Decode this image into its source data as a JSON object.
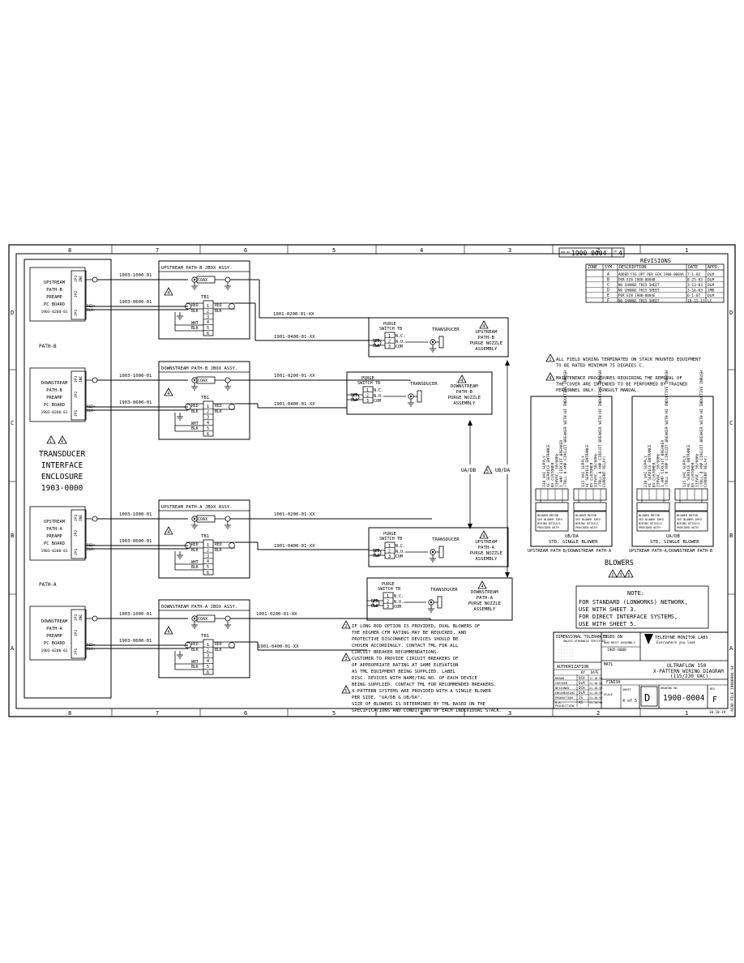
{
  "border": {
    "cols": [
      "8",
      "7",
      "6",
      "5",
      "4",
      "3",
      "2",
      "1"
    ],
    "rows": [
      "D",
      "C",
      "B",
      "A"
    ],
    "acad_file": "ACAD FILE 19000004-S4",
    "plot_date": "10-18-19"
  },
  "header": {
    "dwg_no": "1900-0004",
    "sheet": "4"
  },
  "revisions": {
    "title": "REVISIONS",
    "columns": [
      "ZONE",
      "SYM.",
      "DESCRIPTION",
      "DATE",
      "APPD."
    ],
    "rows": [
      [
        "",
        "A",
        "ADDED FSS OPT PER ECN 1900-0004A",
        "7-1-02",
        "DLM"
      ],
      [
        "",
        "B",
        "PER ECN 1900-0004B",
        "8-25-03",
        "DLM"
      ],
      [
        "",
        "C",
        "NO CHANGE THIS SHEET",
        "3-13-03",
        "DLM"
      ],
      [
        "",
        "D",
        "NO CHANGE THIS SHEET",
        "3-16-03",
        "JMB"
      ],
      [
        "",
        "E",
        "PER ECN 1900-0004E",
        "6-1-07",
        "DLM"
      ],
      [
        "",
        "F",
        "NO CHANGE THIS SHEET",
        "10-15-13",
        "LC"
      ]
    ]
  },
  "enclosure": {
    "label": [
      "TRANSDUCER",
      "INTERFACE",
      "ENCLOSURE",
      "1903-0000"
    ],
    "path_b_label": "PATH-B",
    "path_a_label": "PATH-A",
    "boards": [
      {
        "lines": [
          "UPSTREAM",
          "PATH-B",
          "PREAMP",
          "PC BOARD",
          "1903-0200-01"
        ]
      },
      {
        "lines": [
          "DOWNSTREAM",
          "PATH-B",
          "PREAMP",
          "PC BOARD",
          "1903-0200-01"
        ]
      },
      {
        "lines": [
          "UPSTREAM",
          "PATH-A",
          "PREAMP",
          "PC BOARD",
          "1903-0200-01"
        ]
      },
      {
        "lines": [
          "DOWNSTREAM",
          "PATH-A",
          "PREAMP",
          "PC BOARD",
          "1903-0200-01"
        ]
      }
    ]
  },
  "circuits": [
    {
      "jbox": "UPSTREAM PATH-B JBOX ASSY.",
      "coax_cable": "1003-1000-01",
      "power_cable": "1903-0600-01",
      "field_coax": "1001-0200-01-XX",
      "field_power": "1901-0400-01-XX",
      "assembly": [
        "UPSTREAM",
        "PATH-B",
        "PURGE NOZZLE",
        "ASSEMBLY"
      ]
    },
    {
      "jbox": "DOWNSTREAM PATH-B JBOX ASSY.",
      "coax_cable": "1003-1000-01",
      "power_cable": "1903-0600-01",
      "field_coax": "1001-0200-01-XX",
      "field_power": "1901-0400-01-XX",
      "assembly": [
        "DOWNSTREAM",
        "PATH-B",
        "PURGE NOZZLE",
        "ASSEMBLY"
      ]
    },
    {
      "jbox": "UPSTREAM PATH-A JBOX ASSY.",
      "coax_cable": "1003-1000-01",
      "power_cable": "1903-0600-01",
      "field_coax": "1001-0200-01-XX",
      "field_power": "1901-0400-01-XX",
      "assembly": [
        "UPSTREAM",
        "PATH-A",
        "PURGE NOZZLE",
        "ASSEMBLY"
      ]
    },
    {
      "jbox": "DOWNSTREAM PATH-A JBOX ASSY.",
      "coax_cable": "1003-1000-01",
      "power_cable": "1903-0600-01",
      "field_coax": "1001-0200-01-XX",
      "field_power": "1901-0400-01-XX",
      "assembly": [
        "DOWNSTREAM",
        "PATH-A",
        "PURGE NOZZLE",
        "ASSEMBLY"
      ]
    }
  ],
  "terms": {
    "coax": "COAX",
    "tb1": "TB1",
    "red": "RED",
    "blk": "BLK",
    "wht": "WHT",
    "purge": "PURGE",
    "switch_tb": "SWITCH TB",
    "nc": "N.C.",
    "no": "N.O.",
    "com": "COM",
    "transducer": "TRANSDUCER",
    "jp3": "JP3",
    "jp2": "JP2",
    "jp1": "JP1",
    "one": "1"
  },
  "link_labels": {
    "ua_db": "UA/DB",
    "ub_da": "UB/DA"
  },
  "notes": {
    "note1": [
      "ALL FIELD WIRING TERMINATED ON STACK MOUNTED EQUIPMENT",
      "TO BE RATED MINIMUM 75 DEGREES C."
    ],
    "note4": [
      "MAINTENENCE PROCEDURES REQUIRING THE REMOVAL OF",
      "THE COVER ARE INTENDED TO BE PERFORMED BY TRAINED",
      "PERSONNEL ONLY. CONSULT MANUAL."
    ],
    "note2": [
      "IF LONG ROD OPTION IS PROVIDED, DUAL BLOWERS OF",
      "THE HIGHER CFM RATING MAY BE REQUIRED, AND",
      "PROTECTIVE DISCONNECT DEVICES SHOULD BE",
      "CHOSEN ACCORDINGLY. CONTACT TML FOR ALL",
      "CIRCUIT BREAKER RECOMMENDATIONS."
    ],
    "note3": [
      "CUSTOMER TO PROVIDE CIRCUIT BREAKERS OF",
      "OF APPROPRIATE RATING AT SAME ELEVATION",
      "AS TML EQUIPMENT BEING SUPPLIED. LABEL",
      "DISC. DEVICES WITH NAME/TAG NO. OF EACH DEVICE",
      "BEING SUPPLIED. CONTACT TML FOR RECOMMENDED BREAKERS."
    ],
    "note5": [
      "X-PATTERN SYSTEMS ARE PROVIDED WITH A SINGLE BLOWER",
      "PER SIDE, \"UA/DB & UB/DA\".",
      "SIZE OF BLOWERS IS DETERMINED BY TML BASED ON THE",
      "SPECIFICATIONS AND CONDITIONS OF EACH INDIVIDUAL STACK."
    ],
    "box_title": "NOTE:",
    "box_lines": [
      "FOR STANDARD (LONWORKS) NETWORK,",
      "USE WITH SHEET 3.",
      "FOR DIRECT INTERFACE SYSTEMS,",
      "USE WITH SHEET 5."
    ]
  },
  "blowers": {
    "title": "BLOWERS",
    "panels": [
      {
        "caption": [
          "UB/DA",
          "STD. SINGLE BLOWER"
        ],
        "under": "UPSTREAM PATH-B/DOWNSTREAM PATH-A"
      },
      {
        "caption": [
          "UA/DB",
          "STD. SINGLE BLOWER"
        ],
        "under": "UPSTREAM PATH-A/DOWNSTREAM PATH-B"
      }
    ],
    "supply_230": [
      "230 VAC SUPPLY",
      "AC SERVICE ENTRANCE",
      "BY CUSTOMER",
      "230VAC, 50/60Hz",
      "1 AMP CIRCUIT BREAKER",
      "(TOLL 8 AMP CIRCUIT BREAKER WITH HI INDUCTIVE INRUSH",
      "CURRENT RELAY)"
    ],
    "supply_115": [
      "115 VAC SUPPLY",
      "AC SERVICE ENTRANCE",
      "BY CUSTOMER",
      "115VAC, 50/60Hz",
      "(TOLL 8 AMP CIRCUIT BREAKER WITH HI INDUCTIVE INRUSH",
      "CURRENT RELAY)"
    ]
  },
  "title_block": {
    "company": "TELEDYNE MONITOR LABS",
    "tagline": "Everywhere you look",
    "title": "ULTRAFLOW 150",
    "subtitle": "X-PATTERN WIRING DIAGRAM",
    "voltage": "(115/230 VAC)",
    "size": "D",
    "dwg_no": "1900-0004",
    "rev": "F",
    "finish_label": "FINISH",
    "material_label": "MATL",
    "used_on": "USED ON",
    "next_assy": "DWG NEXT ASSEMBLY",
    "next_assy_no": "1905-0000",
    "auth": "AUTHORIZATION",
    "tol": "DIMENSIONAL TOLERANCES",
    "tol_sub": "UNLESS OTHERWISE SPECIFIED",
    "sign_roles": [
      "DRAWN",
      "CHECKED",
      "DESIGNED",
      "ENGINEERING",
      "PRODUCTION",
      "Q.A."
    ],
    "sign_names": [
      "DCH",
      "DLM",
      "DCH",
      "DLM",
      "JS",
      "AS"
    ],
    "sign_dates": [
      "11-18-98",
      "11-18-98",
      "11-18-98",
      "11-18-98",
      "11-18-98",
      "11-18-98"
    ],
    "by": "BY",
    "date": "DATE",
    "projection": "PROJECTION",
    "sheet": "4 of 5",
    "scale_label": "SCALE",
    "sheet_label": "SHEET",
    "dwg_label": "DRAWING NO.",
    "rev_label": "REV."
  }
}
